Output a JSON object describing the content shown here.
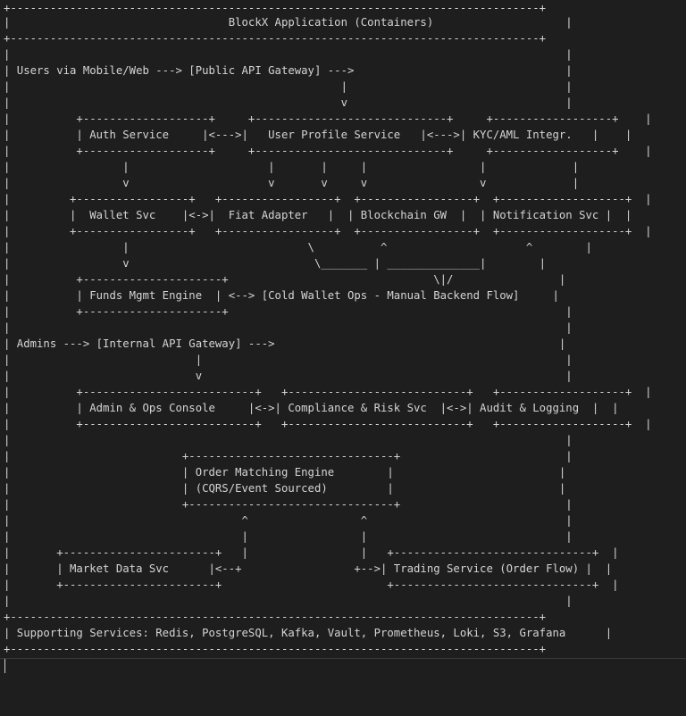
{
  "diagram": {
    "lines": [
      {
        "text": "+--------------------------------------------------------------------------------+"
      },
      {
        "text": "|                                 BlockX Application (Containers)                    |"
      },
      {
        "text": "+--------------------------------------------------------------------------------+"
      },
      {
        "text": "|                                                                                    |"
      },
      {
        "text": "| Users via Mobile/Web ---> [Public API Gateway] --->                                |"
      },
      {
        "text": "|                                                  |                                 |"
      },
      {
        "text": "|                                                  v                                 |"
      },
      {
        "text": "|          +-------------------+     +-----------------------------+     +------------------+    |"
      },
      {
        "text": "|          | Auth Service     |<--->|   User Profile Service   |<--->| KYC/AML Integr.   |    |"
      },
      {
        "text": "|          +-------------------+     +-----------------------------+     +------------------+    |"
      },
      {
        "text": "|                 |                     |       |     |                 |             |"
      },
      {
        "text": "|                 v                     v       v     v                 v             |"
      },
      {
        "text": "|         +-----------------+   +-----------------+  +-----------------+  +-------------------+  |"
      },
      {
        "text": "|         |  Wallet Svc    |<->|  Fiat Adapter   |  | Blockchain GW  |  | Notification Svc |  |"
      },
      {
        "text": "|         +-----------------+   +-----------------+  +-----------------+  +-------------------+  |"
      },
      {
        "text": "|                 |                           \\          ^                     ^        |"
      },
      {
        "text": "|                 v                            \\_______ | ______________|        |"
      },
      {
        "text": "|          +---------------------+                               \\|/                |"
      },
      {
        "text": "|          | Funds Mgmt Engine  | <--> [Cold Wallet Ops - Manual Backend Flow]     |"
      },
      {
        "text": "|          +---------------------+                                                   |"
      },
      {
        "text": "|                                                                                    |"
      },
      {
        "text": "| Admins ---> [Internal API Gateway] --->                                           |"
      },
      {
        "text": "|                            |                                                       |"
      },
      {
        "text": "|                            v                                                       |"
      },
      {
        "text": "|          +--------------------------+   +---------------------------+   +-------------------+  |"
      },
      {
        "text": "|          | Admin & Ops Console     |<->| Compliance & Risk Svc  |<->| Audit & Logging  |  |"
      },
      {
        "text": "|          +--------------------------+   +---------------------------+   +-------------------+  |"
      },
      {
        "text": "|                                                                                    |"
      },
      {
        "text": "|                          +-------------------------------+                         |"
      },
      {
        "text": "|                          | Order Matching Engine        |                         |"
      },
      {
        "text": "|                          | (CQRS/Event Sourced)         |                         |"
      },
      {
        "text": "|                          +-------------------------------+                         |"
      },
      {
        "text": "|                                   ^                 ^                              |"
      },
      {
        "text": "|                                   |                 |                              |"
      },
      {
        "text": "|       +-----------------------+   |                 |   +------------------------------+  |"
      },
      {
        "text": "|       | Market Data Svc      |<--+                 +-->| Trading Service (Order Flow) |  |"
      },
      {
        "text": "|       +-----------------------+                         +------------------------------+  |"
      },
      {
        "text": "|                                                                                    |"
      },
      {
        "text": "+--------------------------------------------------------------------------------+"
      },
      {
        "text": "| Supporting Services: Redis, PostgreSQL, Kafka, Vault, Prometheus, Loki, S3, Grafana      |"
      },
      {
        "text": "+--------------------------------------------------------------------------------+"
      }
    ]
  },
  "colors": {
    "background": "#1e1e1e",
    "text": "#d4d4d4",
    "highlight": "#d7ba7d"
  }
}
